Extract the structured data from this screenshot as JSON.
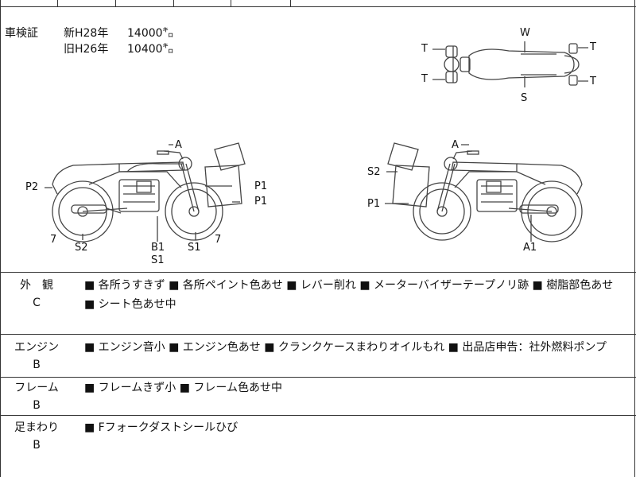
{
  "inspection": {
    "title": "車検証",
    "new_label": "新H28年",
    "new_km": "14000㌔",
    "old_label": "旧H26年",
    "old_km": "10400㌔"
  },
  "top_view_labels": {
    "t1": "T",
    "t2": "T",
    "t3": "T",
    "t4": "T",
    "w": "W",
    "s": "S"
  },
  "left_view_labels": {
    "a": "A",
    "p2": "P2",
    "p1_upper": "P1",
    "p1_lower": "P1",
    "seven_left": "7",
    "seven_right": "7",
    "s2": "S2",
    "b1": "B1",
    "s1_bottom": "S1",
    "s1": "S1"
  },
  "right_view_labels": {
    "a": "A",
    "s2": "S2",
    "p1": "P1",
    "a1": "A1"
  },
  "sections": [
    {
      "name": "外　観",
      "grade": "C",
      "items": "■ 各所うすきず ■ 各所ペイント色あせ ■ レバー削れ ■ メーターバイザーテープノリ跡 ■ 樹脂部色あせ ■ シート色あせ中"
    },
    {
      "name": "エンジン",
      "grade": "B",
      "items": "■ エンジン音小 ■ エンジン色あせ ■ クランクケースまわりオイルもれ ■ 出品店申告：社外燃料ポンプ"
    },
    {
      "name": "フレーム",
      "grade": "B",
      "items": "■ フレームきず小 ■ フレーム色あせ中"
    },
    {
      "name": "足まわり",
      "grade": "B",
      "items": "■ Fフォークダストシールひび"
    }
  ]
}
